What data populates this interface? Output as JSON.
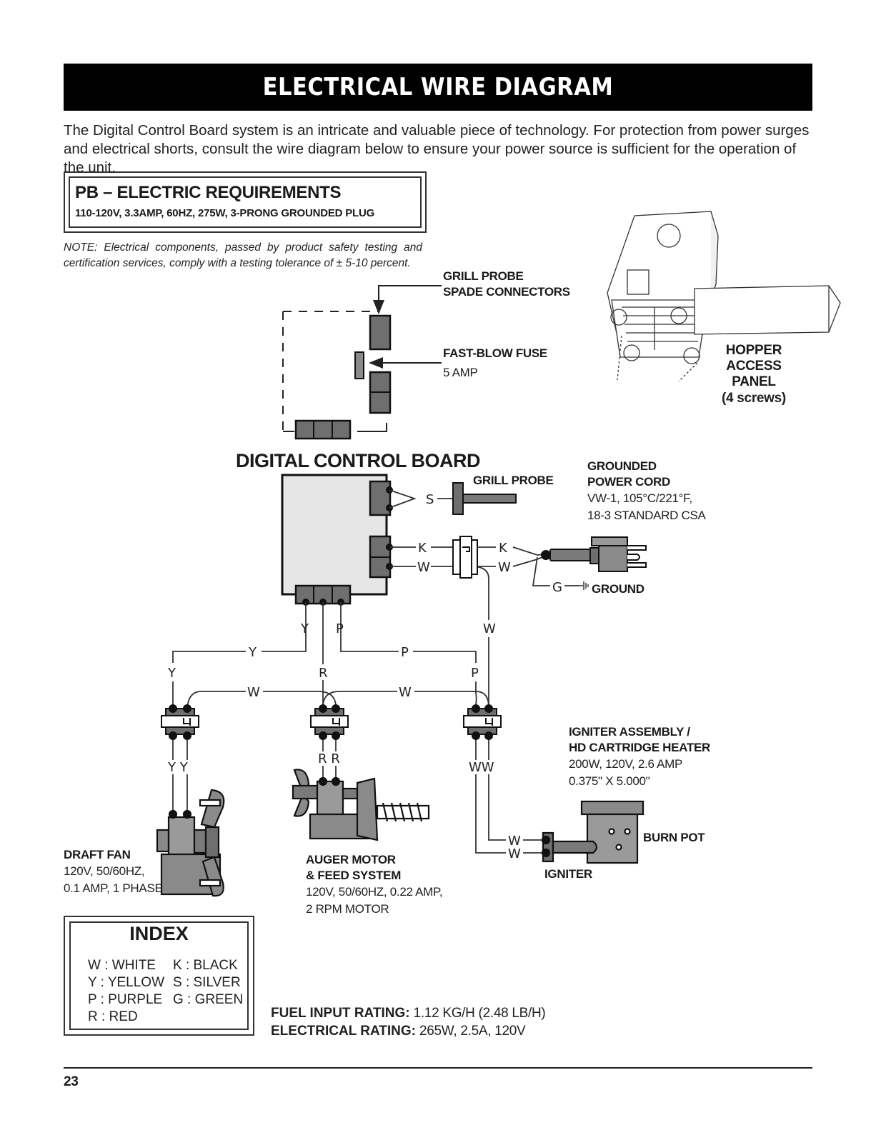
{
  "header": {
    "title": "ELECTRICAL WIRE DIAGRAM"
  },
  "intro": "The Digital Control Board system is an intricate and valuable piece of technology. For protection from power surges and electrical shorts, consult the wire diagram below to ensure your power source is sufficient for the operation of the unit.",
  "requirements": {
    "title": "PB – ELECTRIC REQUIREMENTS",
    "specs": "110-120V, 3.3AMP, 60HZ, 275W, 3-PRONG GROUNDED PLUG"
  },
  "note": "NOTE: Electrical components, passed by product safety testing and certification services, comply with a testing tolerance of ± 5-10 percent.",
  "labels": {
    "grill_probe_spade_1": "GRILL PROBE",
    "grill_probe_spade_2": "SPADE CONNECTORS",
    "fuse_title": "FAST-BLOW FUSE",
    "fuse_value": "5 AMP",
    "hopper_1": "HOPPER",
    "hopper_2": "ACCESS",
    "hopper_3": "PANEL",
    "hopper_4": "(4 screws)",
    "control_board": "DIGITAL CONTROL BOARD",
    "grill_probe": "GRILL PROBE",
    "power_cord_1": "GROUNDED",
    "power_cord_2": "POWER CORD",
    "power_cord_3": "VW-1, 105°C/221°F,",
    "power_cord_4": "18-3 STANDARD CSA",
    "ground": "GROUND",
    "igniter_assembly_1": "IGNITER ASSEMBLY /",
    "igniter_assembly_2": "HD CARTRIDGE HEATER",
    "igniter_assembly_3": "200W, 120V, 2.6 AMP",
    "igniter_assembly_4": "0.375\" X 5.000\"",
    "burn_pot": "BURN POT",
    "igniter": "IGNITER",
    "draft_fan_title": "DRAFT FAN",
    "draft_fan_1": "120V, 50/60HZ,",
    "draft_fan_2": "0.1 AMP, 1 PHASE",
    "auger_1": "AUGER MOTOR",
    "auger_2": "& FEED SYSTEM",
    "auger_3": "120V, 50/60HZ, 0.22 AMP,",
    "auger_4": "2 RPM MOTOR"
  },
  "wire_letters": {
    "s": "S",
    "k1": "K",
    "w1": "W",
    "k2": "K",
    "w2": "W",
    "g": "G",
    "y_board": "Y",
    "p_board": "P",
    "w_right": "W",
    "y_top": "Y",
    "p_top": "P",
    "y_left": "Y",
    "r_mid": "R",
    "p_right": "P",
    "w_left": "W",
    "w_mid": "W",
    "yy": "Y Y",
    "rr": "R R",
    "ww": "WW",
    "w_ign1": "W",
    "w_ign2": "W"
  },
  "index": {
    "title": "INDEX",
    "left": [
      "W : WHITE",
      "Y : YELLOW",
      "P : PURPLE",
      "R : RED"
    ],
    "right": [
      "K : BLACK",
      "S : SILVER",
      "G : GREEN"
    ]
  },
  "ratings": {
    "fuel_label": "FUEL INPUT RATING:",
    "fuel_value": " 1.12 KG/H (2.48 LB/H)",
    "elec_label": "ELECTRICAL RATING:",
    "elec_value": " 265W, 2.5A, 120V"
  },
  "footer": {
    "page_number": "23"
  }
}
